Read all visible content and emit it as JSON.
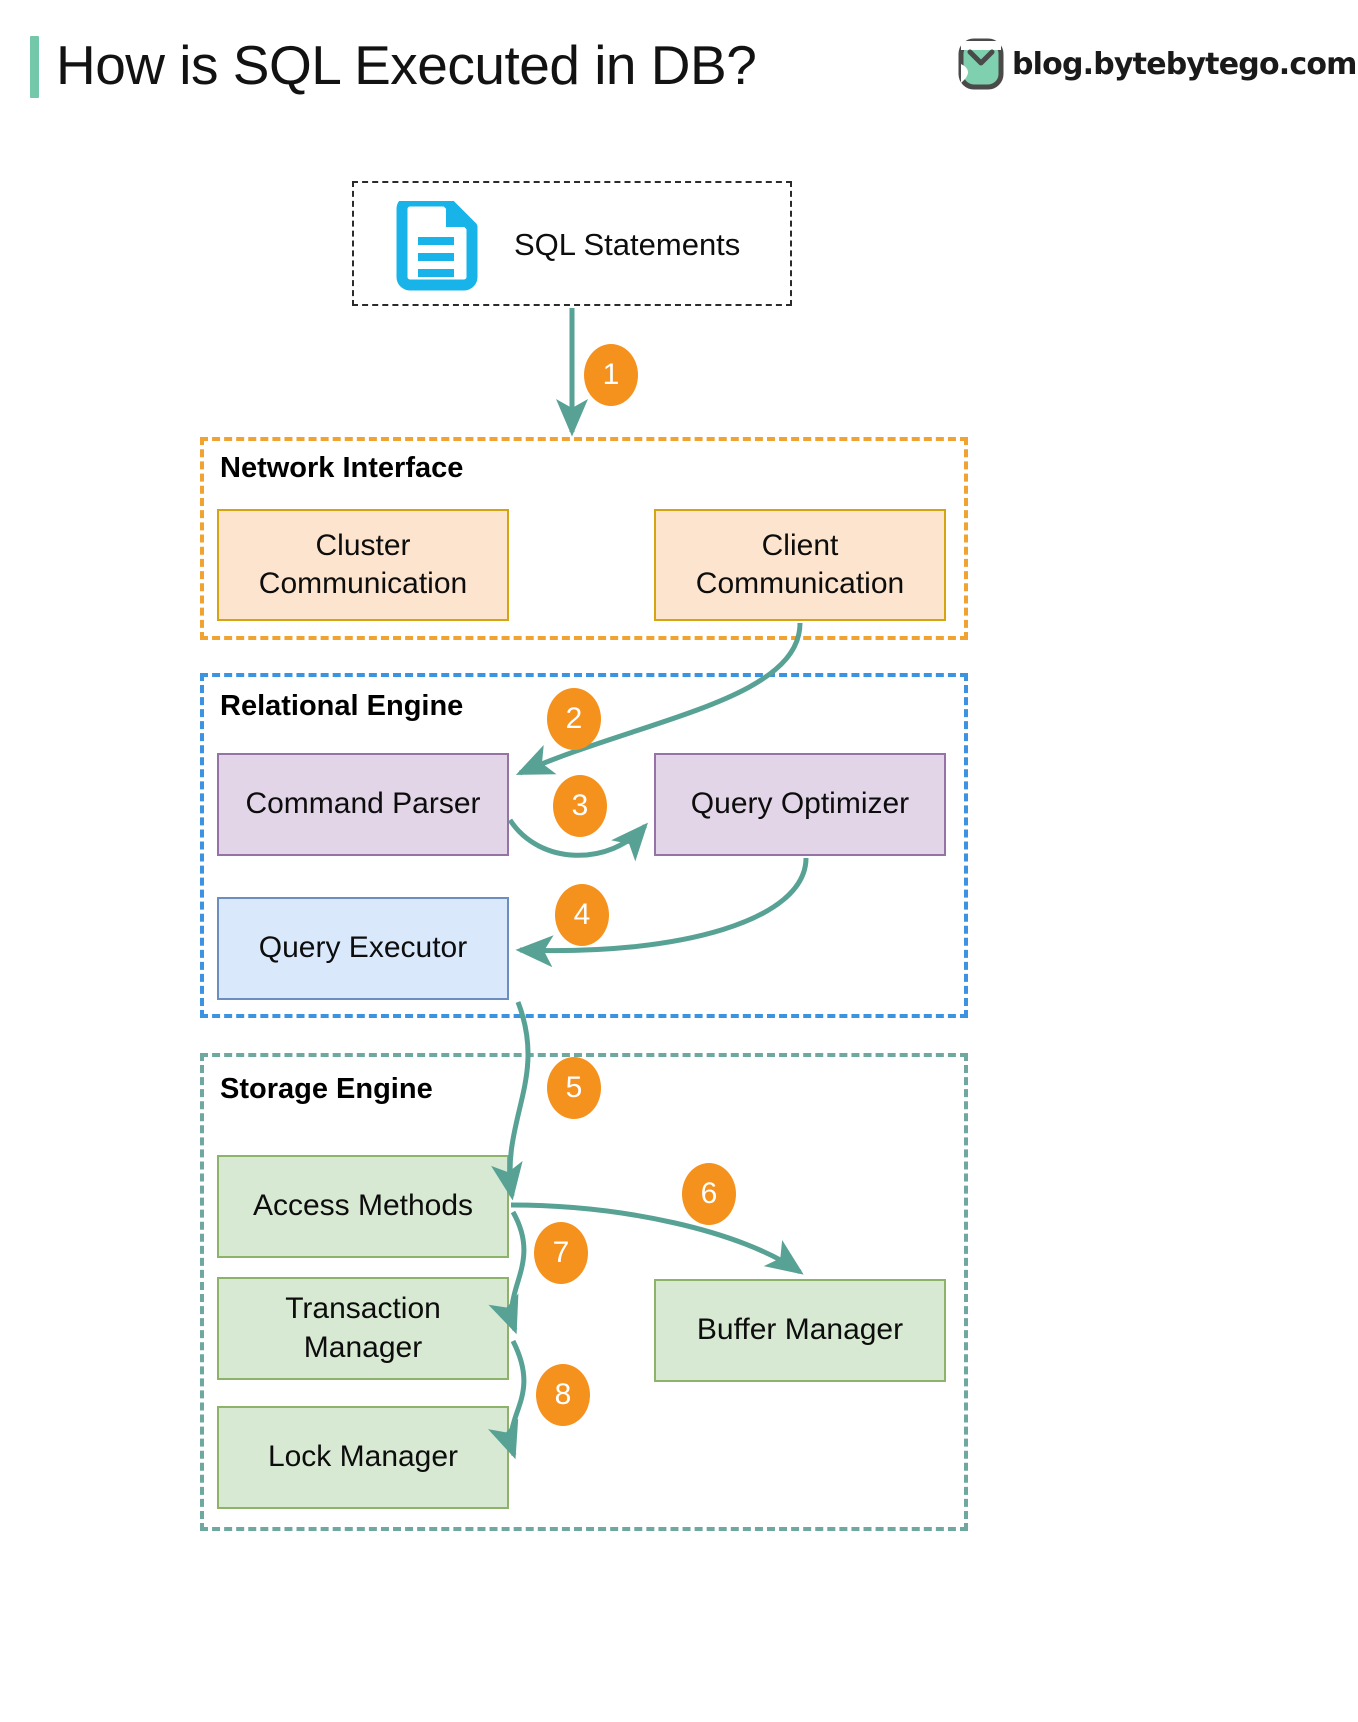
{
  "header": {
    "title": "How is SQL Executed in DB?",
    "brand_text": "blog.bytebytego.com",
    "brand_logo_icon": "bytebytego-logo-icon",
    "accent_bar_color": "#72C8A9"
  },
  "source": {
    "label": "SQL Statements",
    "icon": "document-lines-icon",
    "icon_color": "#18B4E9"
  },
  "groups": [
    {
      "id": "network-interface",
      "label": "Network Interface",
      "border_color": "#F0A330",
      "nodes": [
        {
          "id": "cluster-communication",
          "label": "Cluster\nCommunication",
          "fill": "#FCE4CE",
          "border": "#D6A411"
        },
        {
          "id": "client-communication",
          "label": "Client\nCommunication",
          "fill": "#FCE4CE",
          "border": "#D6A411"
        }
      ]
    },
    {
      "id": "relational-engine",
      "label": "Relational Engine",
      "border_color": "#3C94E0",
      "nodes": [
        {
          "id": "command-parser",
          "label": "Command Parser",
          "fill": "#E1D5E7",
          "border": "#9673A6"
        },
        {
          "id": "query-optimizer",
          "label": "Query Optimizer",
          "fill": "#E1D5E7",
          "border": "#9673A6"
        },
        {
          "id": "query-executor",
          "label": "Query Executor",
          "fill": "#DAE8FC",
          "border": "#6C8EBF"
        }
      ]
    },
    {
      "id": "storage-engine",
      "label": "Storage Engine",
      "border_color": "#6EA8A0",
      "nodes": [
        {
          "id": "access-methods",
          "label": "Access Methods",
          "fill": "#D7E9D2",
          "border": "#8DB36B"
        },
        {
          "id": "transaction-manager",
          "label": "Transaction\nManager",
          "fill": "#D7E9D2",
          "border": "#8DB36B"
        },
        {
          "id": "lock-manager",
          "label": "Lock Manager",
          "fill": "#D7E9D2",
          "border": "#8DB36B"
        },
        {
          "id": "buffer-manager",
          "label": "Buffer Manager",
          "fill": "#D7E9D2",
          "border": "#8DB36B"
        }
      ]
    }
  ],
  "node_labels": {
    "cluster_communication_l1": "Cluster",
    "cluster_communication_l2": "Communication",
    "client_communication_l1": "Client",
    "client_communication_l2": "Communication",
    "command_parser": "Command Parser",
    "query_optimizer": "Query Optimizer",
    "query_executor": "Query Executor",
    "access_methods": "Access Methods",
    "transaction_manager_l1": "Transaction",
    "transaction_manager_l2": "Manager",
    "lock_manager": "Lock Manager",
    "buffer_manager": "Buffer Manager"
  },
  "group_labels": {
    "network_interface": "Network Interface",
    "relational_engine": "Relational Engine",
    "storage_engine": "Storage Engine"
  },
  "steps": [
    {
      "n": "1",
      "from": "SQL Statements",
      "to": "Network Interface"
    },
    {
      "n": "2",
      "from": "Client Communication",
      "to": "Command Parser"
    },
    {
      "n": "3",
      "from": "Command Parser",
      "to": "Query Optimizer"
    },
    {
      "n": "4",
      "from": "Query Optimizer",
      "to": "Query Executor"
    },
    {
      "n": "5",
      "from": "Query Executor",
      "to": "Access Methods"
    },
    {
      "n": "6",
      "from": "Access Methods",
      "to": "Buffer Manager"
    },
    {
      "n": "7",
      "from": "Access Methods",
      "to": "Transaction Manager"
    },
    {
      "n": "8",
      "from": "Transaction Manager",
      "to": "Lock Manager"
    }
  ],
  "colors": {
    "arrow": "#57A294",
    "step_badge": "#F5921E",
    "step_text": "#FFFFFF"
  }
}
